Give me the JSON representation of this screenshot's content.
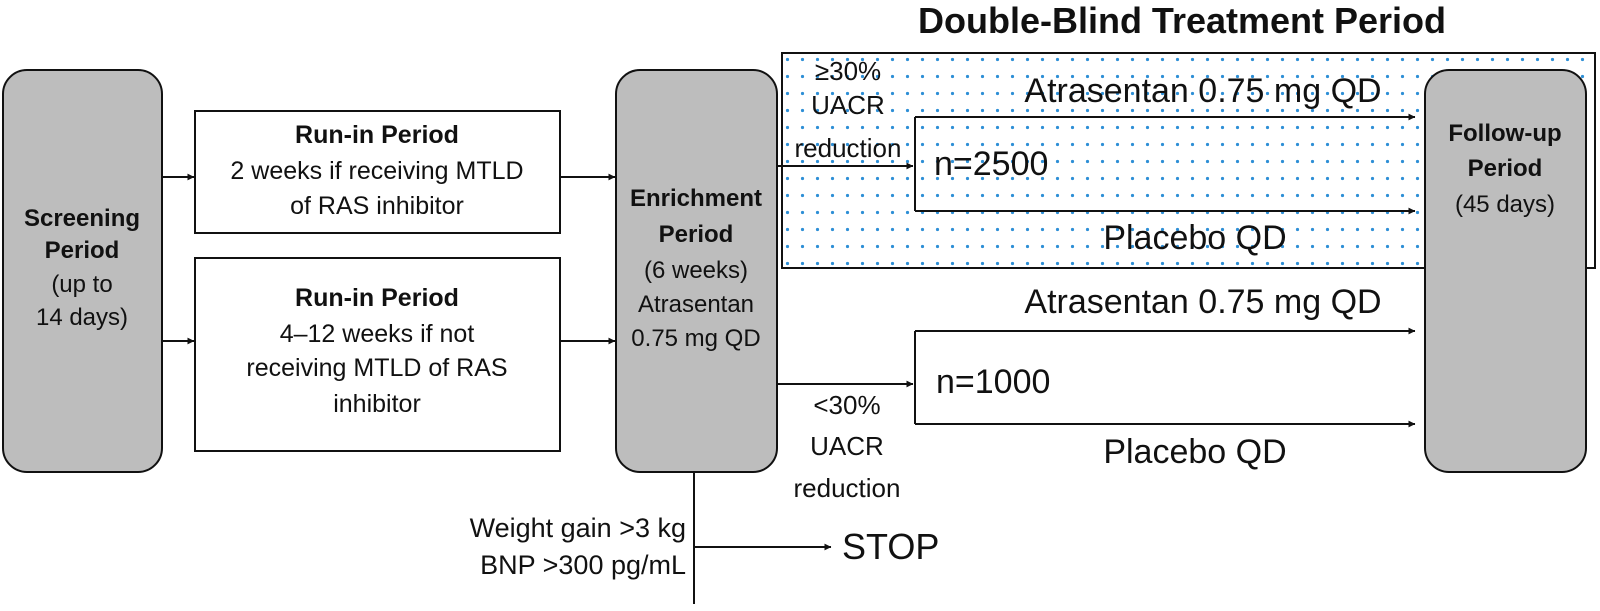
{
  "title": "Double-Blind Treatment Period",
  "screening": {
    "title_lines": [
      "Screening",
      "Period"
    ],
    "sub_lines": [
      "(up to",
      "14 days)"
    ]
  },
  "runin_a": {
    "title": "Run-in Period",
    "lines": [
      "2 weeks if receiving MTLD",
      "of RAS inhibitor"
    ]
  },
  "runin_b": {
    "title": "Run-in Period",
    "lines": [
      "4–12 weeks if not",
      "receiving MTLD of RAS",
      "inhibitor"
    ]
  },
  "enrichment": {
    "title_lines": [
      "Enrichment",
      "Period"
    ],
    "sub_lines": [
      "(6 weeks)",
      "Atrasentan",
      "0.75 mg QD"
    ]
  },
  "responder": {
    "criterion_lines": [
      "≥30%",
      "UACR",
      "reduction"
    ],
    "n": "n=2500",
    "arm_active": "Atrasentan 0.75 mg QD",
    "arm_placebo": "Placebo QD"
  },
  "nonresponder": {
    "criterion_lines": [
      "<30%",
      "UACR",
      "reduction"
    ],
    "n": "n=1000",
    "arm_active": "Atrasentan 0.75 mg QD",
    "arm_placebo": "Placebo QD"
  },
  "followup": {
    "title_lines": [
      "Follow-up",
      "Period"
    ],
    "sub_lines": [
      "(45 days)"
    ]
  },
  "stop": {
    "criteria_lines": [
      "Weight gain >3 kg",
      "BNP >300 pg/mL"
    ],
    "label": "STOP"
  },
  "colors": {
    "box_fill": "#bdbdbd",
    "dots": "#2e8fd6",
    "stroke": "#111111"
  }
}
